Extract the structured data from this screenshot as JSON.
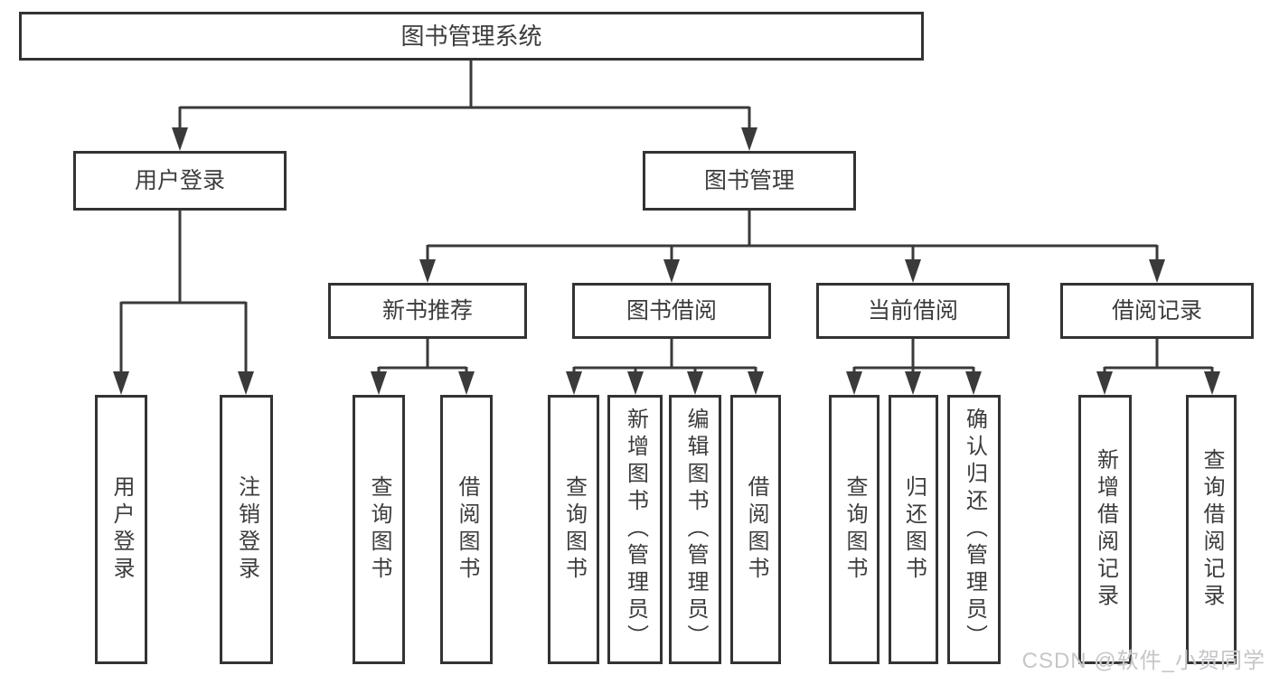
{
  "diagram": {
    "title": "图书管理系统",
    "nodes": {
      "root": {
        "label": "图书管理系统"
      },
      "user_login": {
        "label": "用户登录"
      },
      "book_mgmt": {
        "label": "图书管理"
      },
      "new_book_rec": {
        "label": "新书推荐"
      },
      "book_borrow": {
        "label": "图书借阅"
      },
      "current_borrow": {
        "label": "当前借阅"
      },
      "borrow_records": {
        "label": "借阅记录"
      },
      "leaf_user_login": {
        "label": "用户登录"
      },
      "leaf_logout": {
        "label": "注销登录"
      },
      "leaf_query_books_1": {
        "label": "查询图书"
      },
      "leaf_borrow_books_1": {
        "label": "借阅图书"
      },
      "leaf_query_books_2": {
        "label": "查询图书"
      },
      "leaf_add_books": {
        "label": "新增图书（管理员）"
      },
      "leaf_edit_books": {
        "label": "编辑图书（管理员）"
      },
      "leaf_borrow_books_2": {
        "label": "借阅图书"
      },
      "leaf_query_books_3": {
        "label": "查询图书"
      },
      "leaf_return_books": {
        "label": "归还图书"
      },
      "leaf_confirm_return": {
        "label": "确认归还（管理员）"
      },
      "leaf_add_borrow_record": {
        "label": "新增借阅记录"
      },
      "leaf_query_borrow_record": {
        "label": "查询借阅记录"
      }
    },
    "colors": {
      "line": "#3a3a3a",
      "border": "#333333",
      "text": "#3c3c3c",
      "watermark": "#c6c6ca",
      "background": "#ffffff"
    },
    "watermark": "CSDN @软件_小贺同学"
  }
}
